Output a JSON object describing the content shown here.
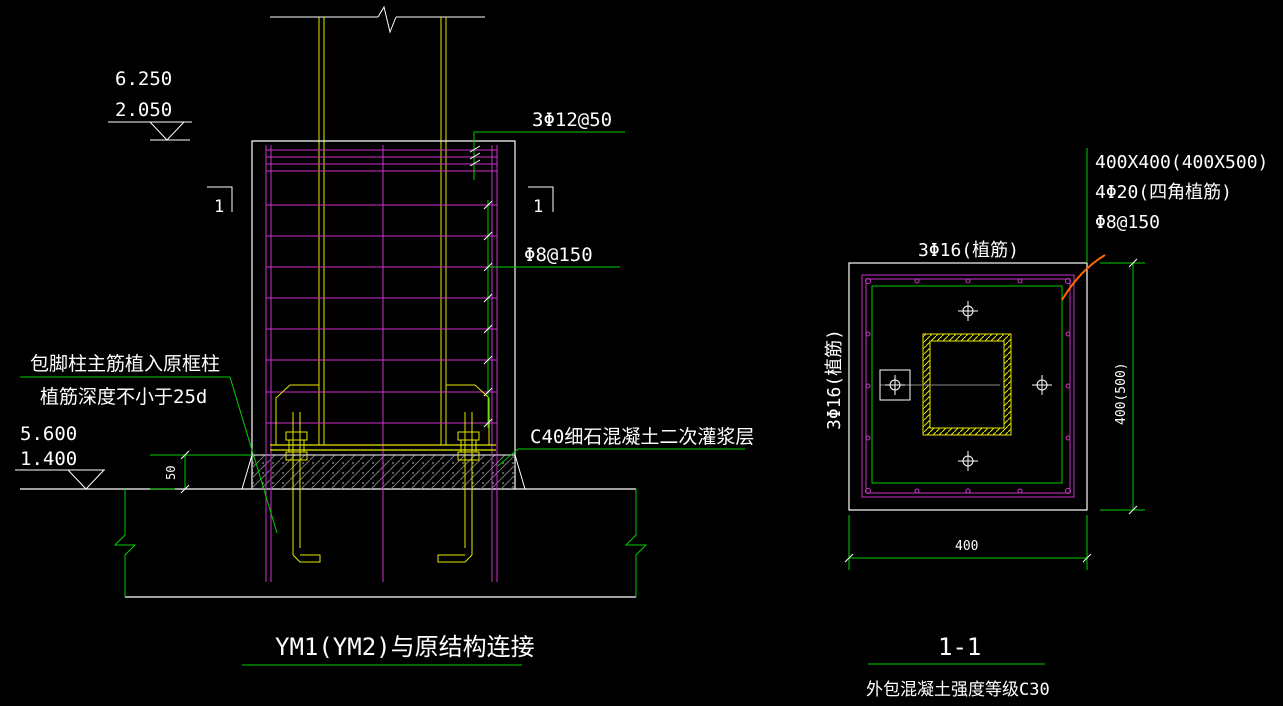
{
  "colors": {
    "background": "#000000",
    "text": "#ffffff",
    "outline": "#ffffff",
    "leader": "#00cc00",
    "stirrup": "#cc33cc",
    "bar": "#e6e600",
    "hatch": "#888888",
    "annotation_arc": "#ff6600"
  },
  "elevation_upper": {
    "top": "6.250",
    "bottom": "2.050"
  },
  "elevation_lower": {
    "top": "5.600",
    "bottom": "1.400"
  },
  "section_marks": [
    "1",
    "1"
  ],
  "elevation_view": {
    "rebar_top_label": "3Φ12@50",
    "stirrup_label": "Φ8@150",
    "grout_label": "C40细石混凝土二次灌浆层",
    "anchor_note_line1": "包脚柱主筋植入原框柱",
    "anchor_note_line2": "植筋深度不小于25d",
    "grout_thickness": "50",
    "title": "YM1(YM2)与原结构连接"
  },
  "section_view": {
    "size_label": "400X400(400X500)",
    "main_bars_label": "4Φ20(四角植筋)",
    "stirrup_label": "Φ8@150",
    "top_bars_label": "3Φ16(植筋)",
    "side_bars_label": "3Φ16(植筋)",
    "width_dim": "400",
    "height_dim": "400(500)",
    "title": "1-1",
    "subtitle": "外包混凝土强度等级C30"
  }
}
